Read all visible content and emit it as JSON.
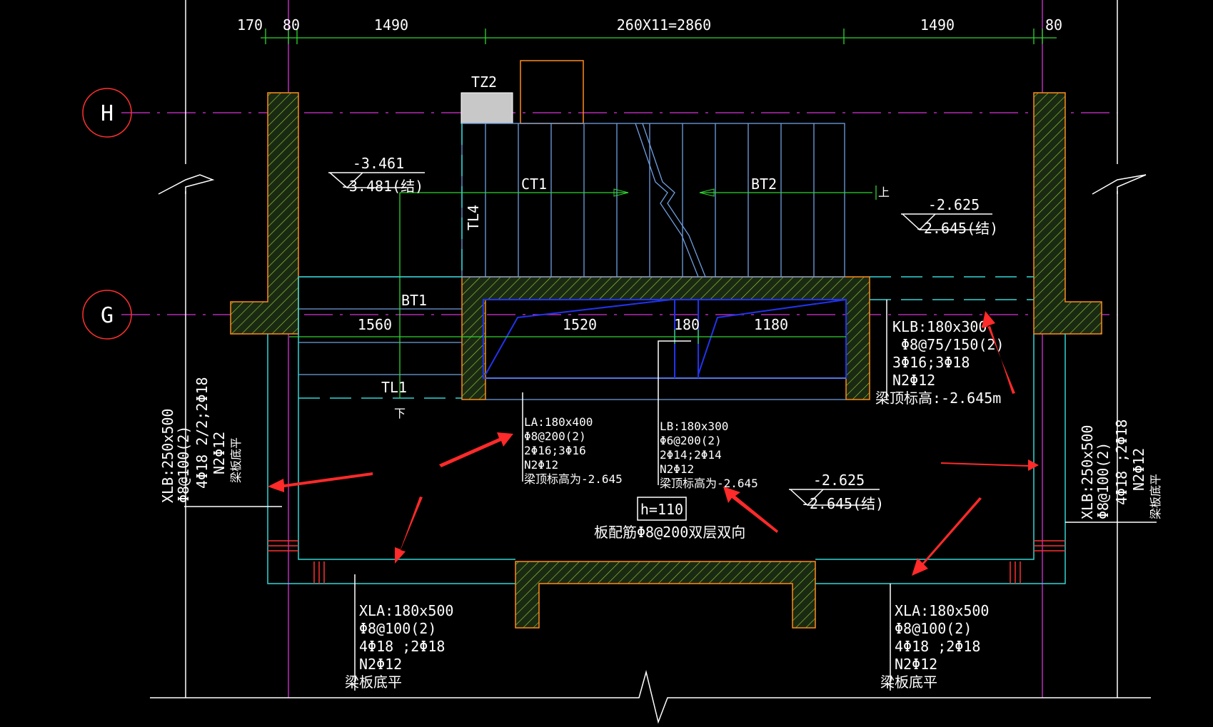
{
  "axes": {
    "h": "H",
    "g": "G"
  },
  "dimensions": {
    "d1": "170",
    "d2": "80",
    "d3": "1490",
    "d4": "260X11=2860",
    "d5": "1490",
    "d6": "80",
    "inner_1560": "1560",
    "inner_1520": "1520",
    "inner_180": "180",
    "inner_1180": "1180"
  },
  "labels": {
    "tz2": "TZ2",
    "ct1": "CT1",
    "bt2": "BT2",
    "tl4": "TL4",
    "bt1": "BT1",
    "tl1": "TL1",
    "up": "上",
    "down": "下"
  },
  "elevations": {
    "left_top": "-3.461",
    "left_bottom": "-3.481(结)",
    "right_top": "-2.625",
    "right_bottom": "-2.645(结)",
    "mid_top": "-2.625",
    "mid_bottom": "-2.645(结)"
  },
  "beams": {
    "klb": [
      "KLB:180x300",
      "Φ8@75/150(2)",
      "3Φ16;3Φ18",
      "N2Φ12",
      "梁顶标高:-2.645m"
    ],
    "la": [
      "LA:180x400",
      "Φ8@200(2)",
      "2Φ16;3Φ16",
      "N2Φ12",
      "梁顶标高为-2.645"
    ],
    "lb": [
      "LB:180x300",
      "Φ6@200(2)",
      "2Φ14;2Φ14",
      "N2Φ12",
      "梁顶标高为-2.645"
    ],
    "xla_left": [
      "XLA:180x500",
      "Φ8@100(2)",
      "4Φ18 ;2Φ18",
      "N2Φ12",
      "梁板底平"
    ],
    "xla_right": [
      "XLA:180x500",
      "Φ8@100(2)",
      "4Φ18 ;2Φ18",
      "N2Φ12",
      "梁板底平"
    ],
    "xlb_left": [
      "XLB:250x500",
      "Φ8@100(2)",
      "4Φ18 2/2;2Φ18",
      "N2Φ12",
      "梁板底平"
    ],
    "xlb_right": [
      "XLB:250x500",
      "Φ8@100(2)",
      "4Φ18 ;2Φ18",
      "N2Φ12",
      "梁板底平"
    ]
  },
  "slab": {
    "thickness": "h=110",
    "note": "板配筋Φ8@200双层双向"
  },
  "colors": {
    "background": "#000000",
    "arrow": "#ff2a2a",
    "hatch": "#ff8a1a",
    "cyan": "#33d6d6"
  }
}
